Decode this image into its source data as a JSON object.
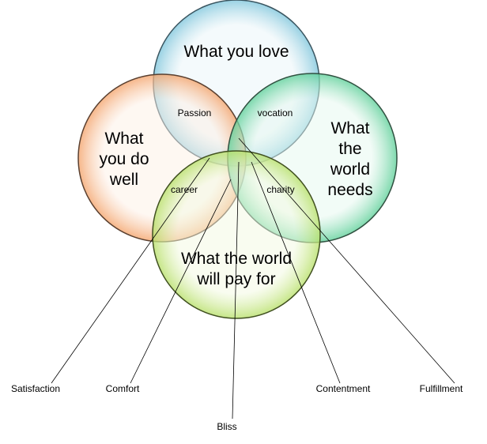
{
  "circles": {
    "love": {
      "label": "What you love",
      "color": "#7fc6dc"
    },
    "well": {
      "label_lines": [
        "What",
        "you do",
        "well"
      ],
      "color": "#f4a46c"
    },
    "needs": {
      "label_lines": [
        "What",
        "the",
        "world",
        "needs"
      ],
      "color": "#5fd09a"
    },
    "pay": {
      "label_lines": [
        "What the world",
        "will pay for"
      ],
      "color": "#b8e06a"
    }
  },
  "overlaps": {
    "passion": "Passion",
    "vocation": "vocation",
    "career": "career",
    "charity": "charity"
  },
  "outcomes": {
    "satisfaction": "Satisfaction",
    "comfort": "Comfort",
    "bliss": "Bliss",
    "contentment": "Contentment",
    "fulfillment": "Fulfillment"
  }
}
